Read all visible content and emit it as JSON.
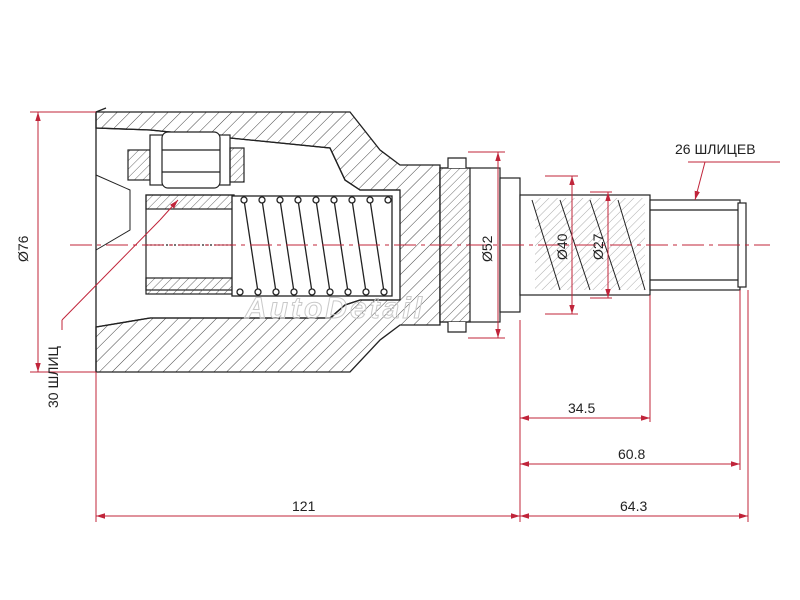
{
  "dimensions": {
    "dia_76": "Ø76",
    "dia_52": "Ø52",
    "dia_40": "Ø40",
    "dia_27": "Ø27",
    "len_121": "121",
    "len_34_5": "34.5",
    "len_60_8": "60.8",
    "len_64_3": "64.3"
  },
  "labels": {
    "splines_30": "30 ШЛИЦ",
    "splines_26": "26 ШЛИЦЕВ",
    "watermark": "AutoDetail"
  },
  "colors": {
    "outline": "#222222",
    "hatch": "#444444",
    "dimension": "#c0243a",
    "watermark": "#c9c9c9"
  }
}
